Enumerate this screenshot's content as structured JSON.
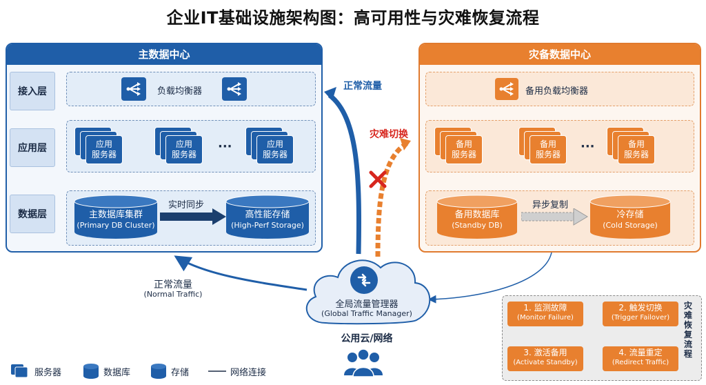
{
  "title": "企业IT基础设施架构图：高可用性与灾难恢复流程",
  "main_dc": {
    "header": "主数据中心",
    "layers": [
      "接入层",
      "应用层",
      "数据层"
    ],
    "load_balancer": "负载均衡器",
    "app_server": "应用\n服务器",
    "ellipsis": "···",
    "primary_db": {
      "name": "主数据库集群",
      "sub": "(Primary DB Cluster)"
    },
    "storage": {
      "name": "高性能存储",
      "sub": "(High-Perf Storage)"
    },
    "sync_label": "实时同步"
  },
  "dr_dc": {
    "header": "灾备数据中心",
    "load_balancer": "备用负载均衡器",
    "app_server": "备用\n服务器",
    "ellipsis": "···",
    "standby_db": {
      "name": "备用数据库",
      "sub": "(Standby DB)"
    },
    "cold_storage": {
      "name": "冷存储",
      "sub": "(Cold Storage)"
    },
    "async_label": "异步复制"
  },
  "traffic": {
    "normal_top": "正常流量",
    "failover": "灾难切换",
    "normal_left": "正常流量",
    "normal_left_sub": "(Normal Traffic)"
  },
  "gtm": {
    "name": "全局流量管理器",
    "sub": "(Global Traffic Manager)",
    "cloud_label": "公用云/网络"
  },
  "dr_flow": {
    "title": "灾难恢复流程",
    "steps": [
      {
        "label": "1. 监测故障",
        "sub": "(Monitor Failure)"
      },
      {
        "label": "2. 触发切换",
        "sub": "(Trigger Failover)"
      },
      {
        "label": "3. 激活备用",
        "sub": "(Activate Standby)"
      },
      {
        "label": "4. 流量重定",
        "sub": "(Redirect Traffic)"
      }
    ]
  },
  "legend": {
    "server": "服务器",
    "database": "数据库",
    "storage": "存储",
    "network": "网络连接"
  },
  "colors": {
    "primary_blue": "#1f5ea8",
    "dr_orange": "#e8802f",
    "failure_red": "#d7261e"
  },
  "icons": [
    "load-balancer-icon",
    "server-icon",
    "database-icon",
    "storage-icon",
    "globe-icon",
    "users-icon",
    "cross-icon"
  ]
}
